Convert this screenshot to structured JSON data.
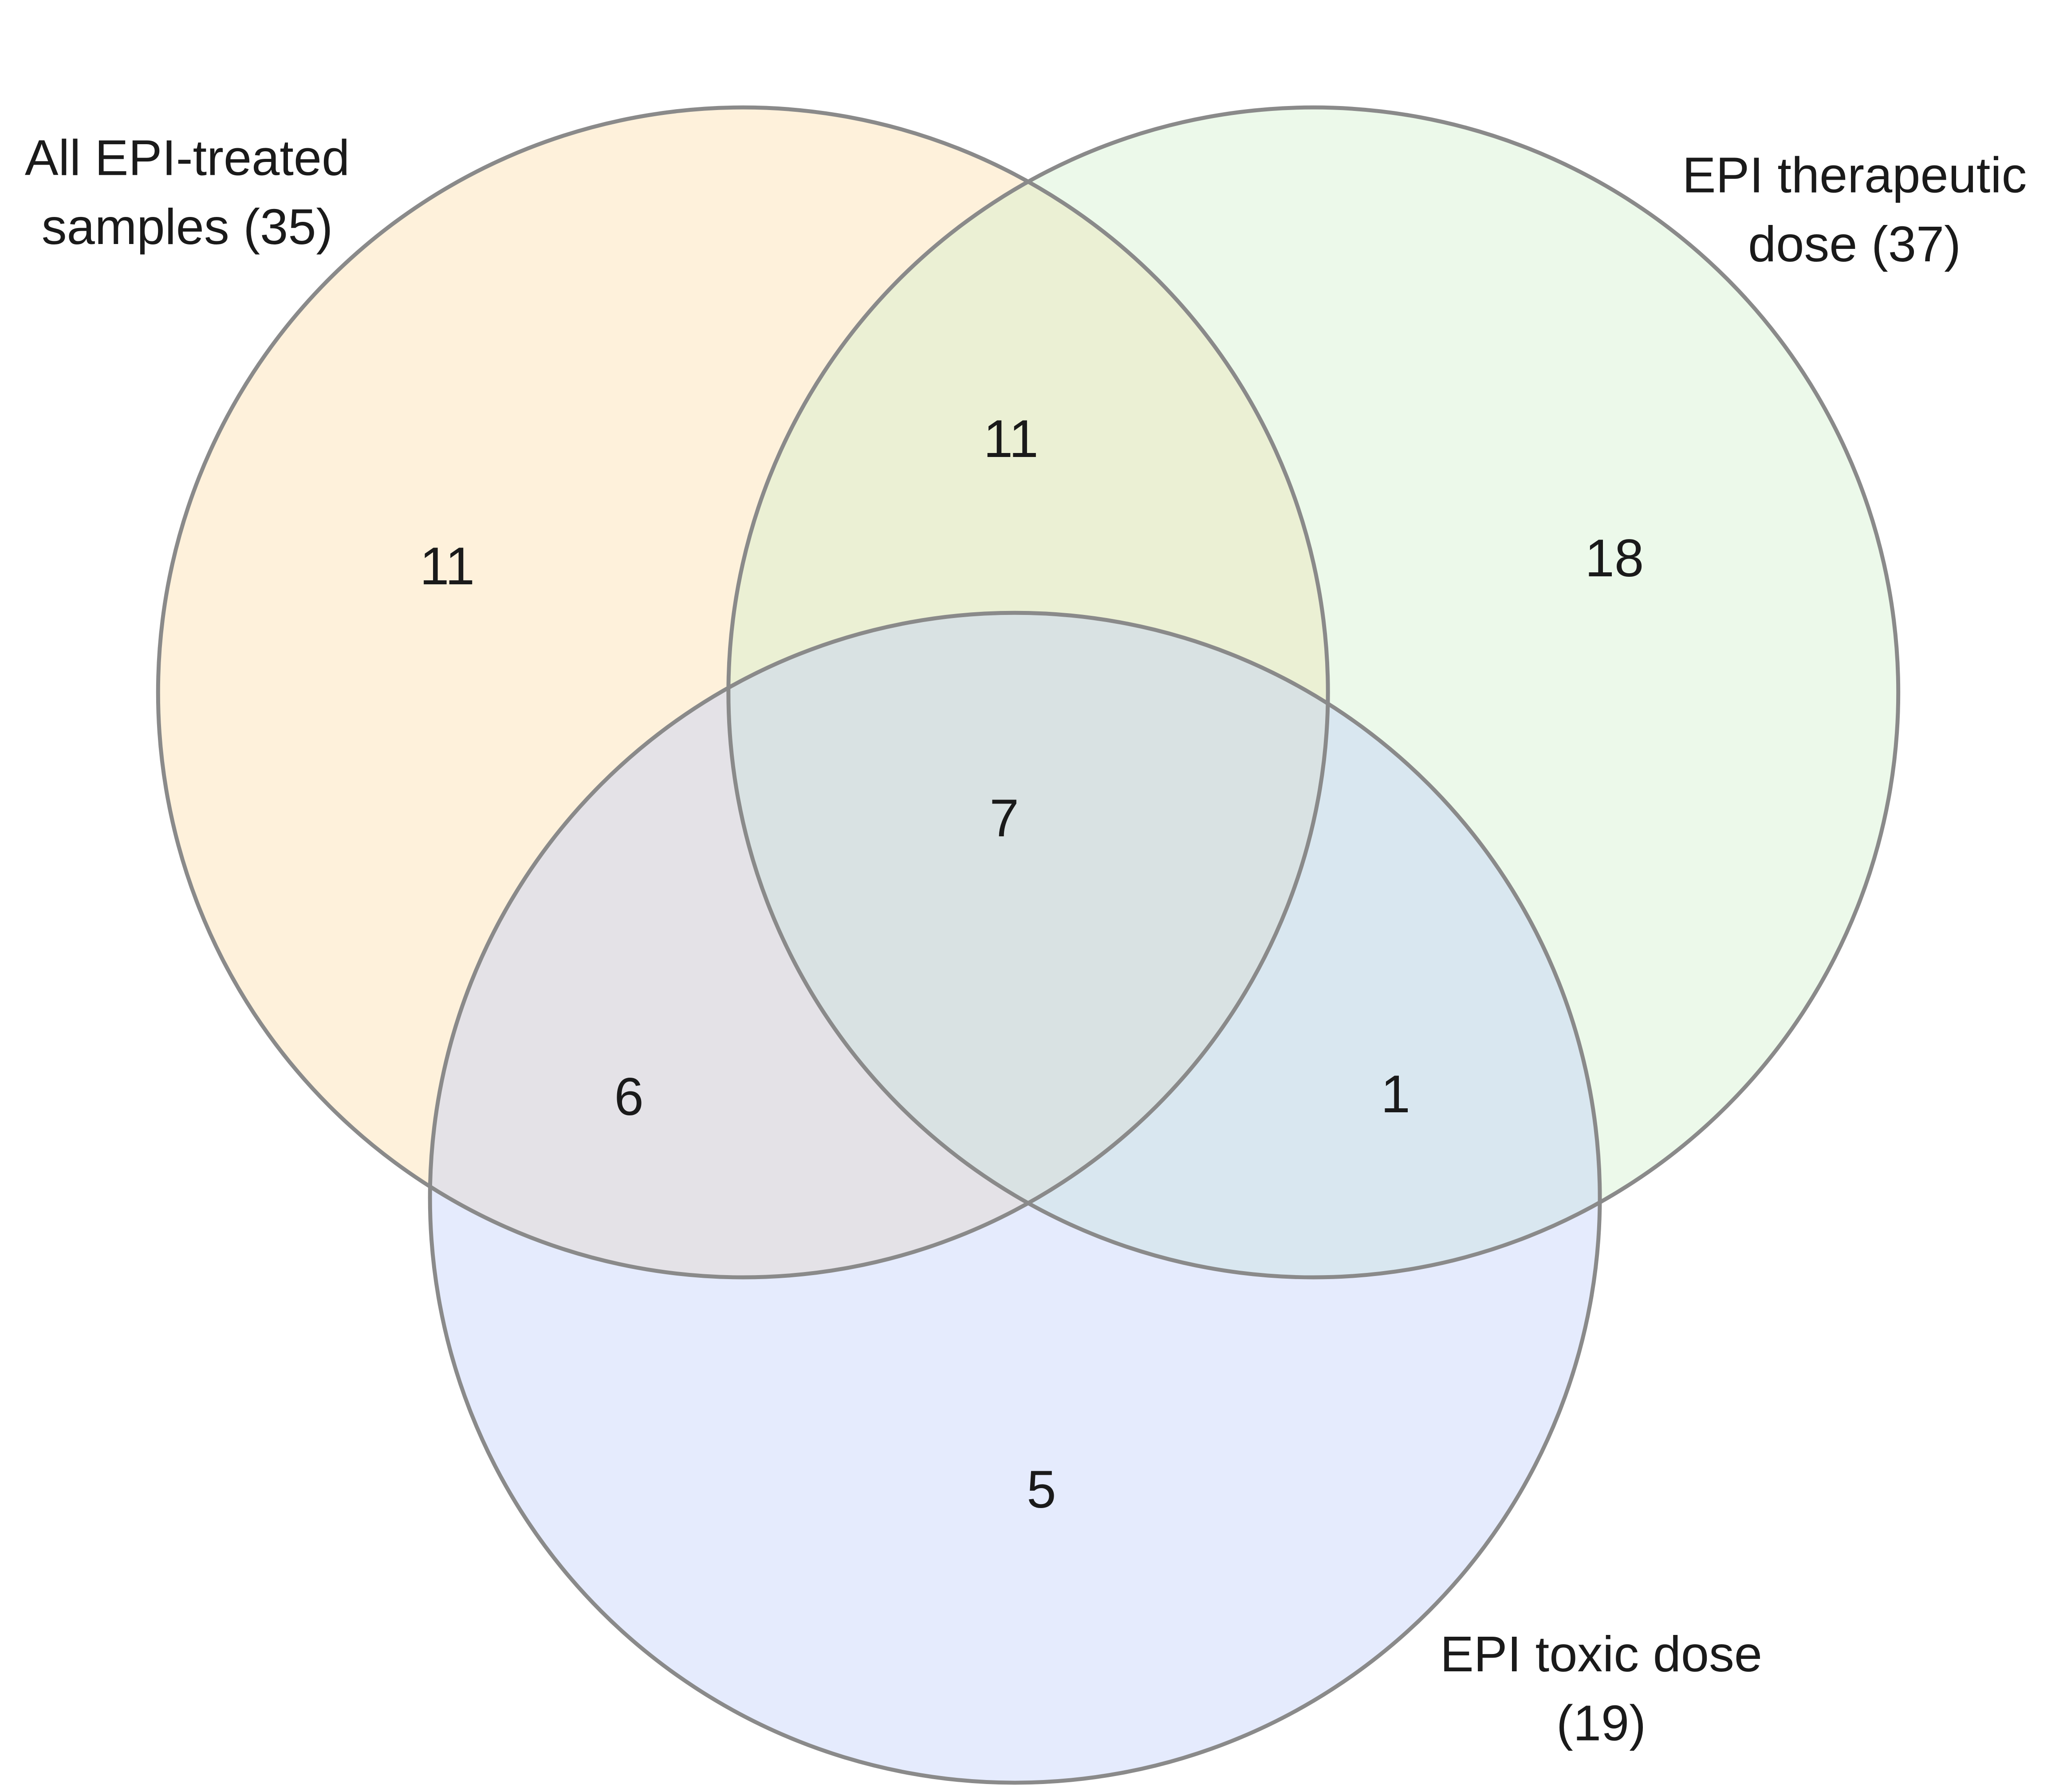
{
  "chart_data": {
    "type": "venn",
    "sets": [
      {
        "id": "A",
        "label_lines": [
          "All EPI-treated",
          "samples (35)"
        ],
        "total": 35,
        "color": "#fdf0dc"
      },
      {
        "id": "B",
        "label_lines": [
          "EPI therapeutic",
          "dose (37)"
        ],
        "total": 37,
        "color": "#eef8ec"
      },
      {
        "id": "C",
        "label_lines": [
          "EPI toxic dose",
          "(19)"
        ],
        "total": 19,
        "color": "#e5ebfc"
      }
    ],
    "regions": {
      "A_only": "11",
      "B_only": "18",
      "C_only": "5",
      "A_B": "11",
      "A_C": "6",
      "B_C": "1",
      "A_B_C": "7"
    },
    "stroke_color": "#8a8a8a"
  }
}
